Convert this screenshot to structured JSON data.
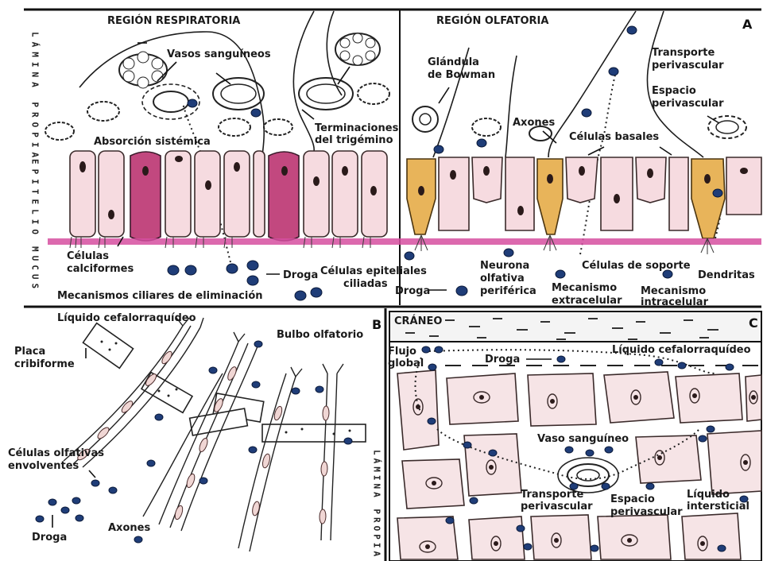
{
  "panels": {
    "A": {
      "letter": "A",
      "region_respiratory": "REGIÓN RESPIRATORIA",
      "region_olfactory": "REGIÓN OLFATORIA",
      "layer_lamina": "LÁMINA PROPIA",
      "layer_epitelio": "EPITELIO",
      "layer_mucus": "MUCUS",
      "vasos": "Vasos sanguíneos",
      "absorcion": "Absorción sistémica",
      "terminaciones_1": "Terminaciones",
      "terminaciones_2": "del trigémino",
      "glandula_1": "Glándula",
      "glandula_2": "de Bowman",
      "axones": "Axones",
      "transporte_1": "Transporte",
      "transporte_2": "perivascular",
      "espacio_1": "Espacio",
      "espacio_2": "perivascular",
      "basales": "Células basales",
      "calciformes_1": "Células",
      "calciformes_2": "calciformes",
      "droga": "Droga",
      "epiteliales_1": "Células epiteliales",
      "epiteliales_2": "ciliadas",
      "ciliares": "Mecanismos ciliares de eliminación",
      "droga2": "Droga",
      "neurona_1": "Neurona",
      "neurona_2": "olfativa",
      "neurona_3": "periférica",
      "soporte": "Células de soporte",
      "dendritas": "Dendritas",
      "extra_1": "Mecanismo",
      "extra_2": "extracelular",
      "intra_1": "Mecanismo",
      "intra_2": "intracelular"
    },
    "B": {
      "letter": "B",
      "lcr": "Líquido cefalorraquídeo",
      "bulbo": "Bulbo olfatorio",
      "placa_1": "Placa",
      "placa_2": "cribiforme",
      "envolventes_1": "Células olfativas",
      "envolventes_2": "envolventes",
      "axones": "Axones",
      "droga": "Droga",
      "layer_lamina": "LÁMINA PROPIA"
    },
    "C": {
      "letter": "C",
      "craneo": "CRÁNEO",
      "flujo_1": "Flujo",
      "flujo_2": "global",
      "droga": "Droga",
      "lcr": "Líquido cefalorraquídeo",
      "vaso": "Vaso sanguíneo",
      "transporte_1": "Transporte",
      "transporte_2": "perivascular",
      "espacio_1": "Espacio",
      "espacio_2": "perivascular",
      "intersticial_1": "Líquido",
      "intersticial_2": "intersticial"
    }
  },
  "colors": {
    "ink": "#1c1c1c",
    "goblet": "#c2487f",
    "olfactory_neuron": "#e8b45a",
    "epithelial": "#f6dbe0",
    "mucus": "#d64fa0",
    "drug": "#1f3d78"
  }
}
